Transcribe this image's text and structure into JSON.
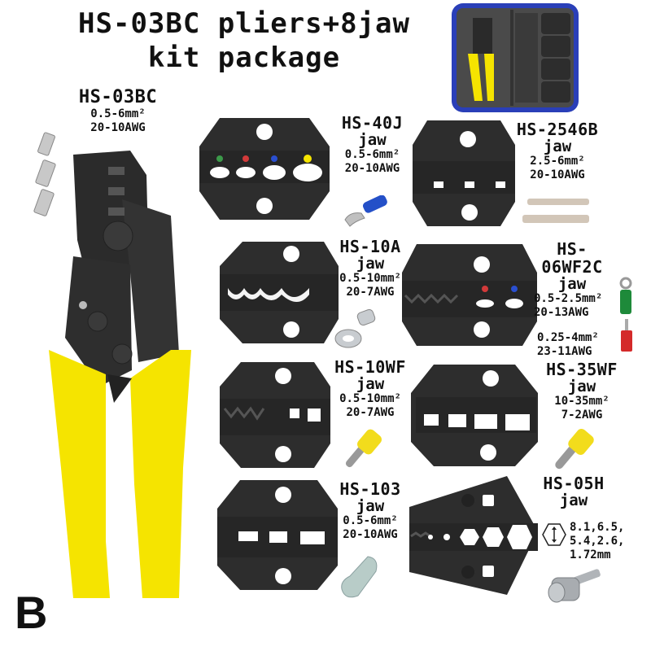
{
  "title": {
    "line1": "HS-03BC pliers+8jaw",
    "line2": "kit package"
  },
  "corner_badge": "B",
  "colors": {
    "handle_yellow": "#f5e400",
    "tool_black": "#2b2b2b",
    "case_blue": "#2a3fb8"
  },
  "pliers": {
    "model": "HS-03BC",
    "spec_mm": "0.5-6mm²",
    "spec_awg": "20-10AWG"
  },
  "jaws": [
    {
      "model": "HS-40J",
      "label": "jaw",
      "spec_mm": "0.5-6mm²",
      "spec_awg": "20-10AWG",
      "terminal": "blue-fork-terminal"
    },
    {
      "model": "HS-2546B",
      "label": "jaw",
      "spec_mm": "2.5-6mm²",
      "spec_awg": "20-10AWG",
      "terminal": "bare-barrel-terminals"
    },
    {
      "model": "HS-10A",
      "label": "jaw",
      "spec_mm": "0.5-10mm²",
      "spec_awg": "20-7AWG",
      "terminal": "ring-lug-terminal"
    },
    {
      "model": "HS-06WF2C",
      "label": "jaw",
      "spec_mm": "0.5-2.5mm²",
      "spec_awg": "20-13AWG",
      "spec2_mm": "0.25-4mm²",
      "spec2_awg": "23-11AWG",
      "terminal": "green-ring-and-red-ferrule"
    },
    {
      "model": "HS-10WF",
      "label": "jaw",
      "spec_mm": "0.5-10mm²",
      "spec_awg": "20-7AWG",
      "terminal": "yellow-ferrule"
    },
    {
      "model": "HS-35WF",
      "label": "jaw",
      "spec_mm": "10-35mm²",
      "spec_awg": "7-2AWG",
      "terminal": "yellow-ferrule"
    },
    {
      "model": "HS-103",
      "label": "jaw",
      "spec_mm": "0.5-6mm²",
      "spec_awg": "20-10AWG",
      "terminal": "closed-end-connector"
    },
    {
      "model": "HS-05H",
      "label": "jaw",
      "spec_line1": "8.1,6.5,",
      "spec_line2": "5.4,2.6,",
      "spec_line3": "1.72mm",
      "terminal": "bnc-connector"
    }
  ]
}
